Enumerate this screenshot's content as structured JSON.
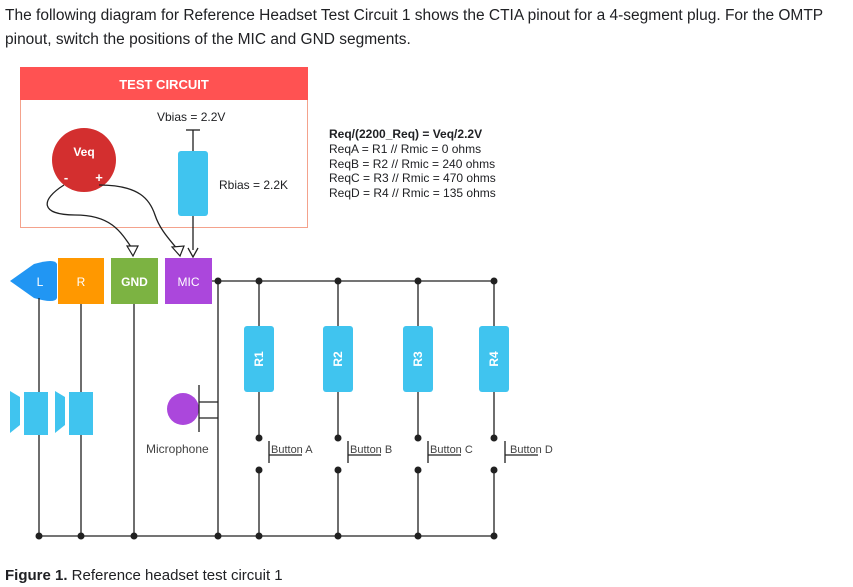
{
  "intro_text": "The following diagram for Reference Headset Test Circuit 1 shows the CTIA pinout for a 4-segment plug. For the OMTP pinout, switch the positions of the MIC and GND segments.",
  "caption": {
    "label": "Figure 1.",
    "text": " Reference headset test circuit 1"
  },
  "test_circuit": {
    "title": "TEST CIRCUIT",
    "vbias": "Vbias = 2.2V",
    "rbias": "Rbias = 2.2K",
    "veq": {
      "label": "Veq",
      "minus": "-",
      "plus": "+"
    }
  },
  "equations": [
    "Req/(2200_Req) = Veq/2.2V",
    "ReqA = R1 // Rmic = 0 ohms",
    "ReqB = R2 // Rmic = 240 ohms",
    "ReqC = R3 // Rmic = 470 ohms",
    "ReqD = R4 // Rmic = 135 ohms"
  ],
  "segments": {
    "l": "L",
    "r": "R",
    "gnd": "GND",
    "mic": "MIC"
  },
  "resistors": [
    "R1",
    "R2",
    "R3",
    "R4"
  ],
  "buttons": [
    "Button A",
    "Button B",
    "Button C",
    "Button D"
  ],
  "microphone_label": "Microphone",
  "colors": {
    "red_header": "#ff5252",
    "red_border": "#f4a28c",
    "red_circle": "#d32f2f",
    "blue": "#40c4ef",
    "orange": "#ff9800",
    "green": "#7cb342",
    "purple": "#ab47dc",
    "wire": "#212121"
  }
}
